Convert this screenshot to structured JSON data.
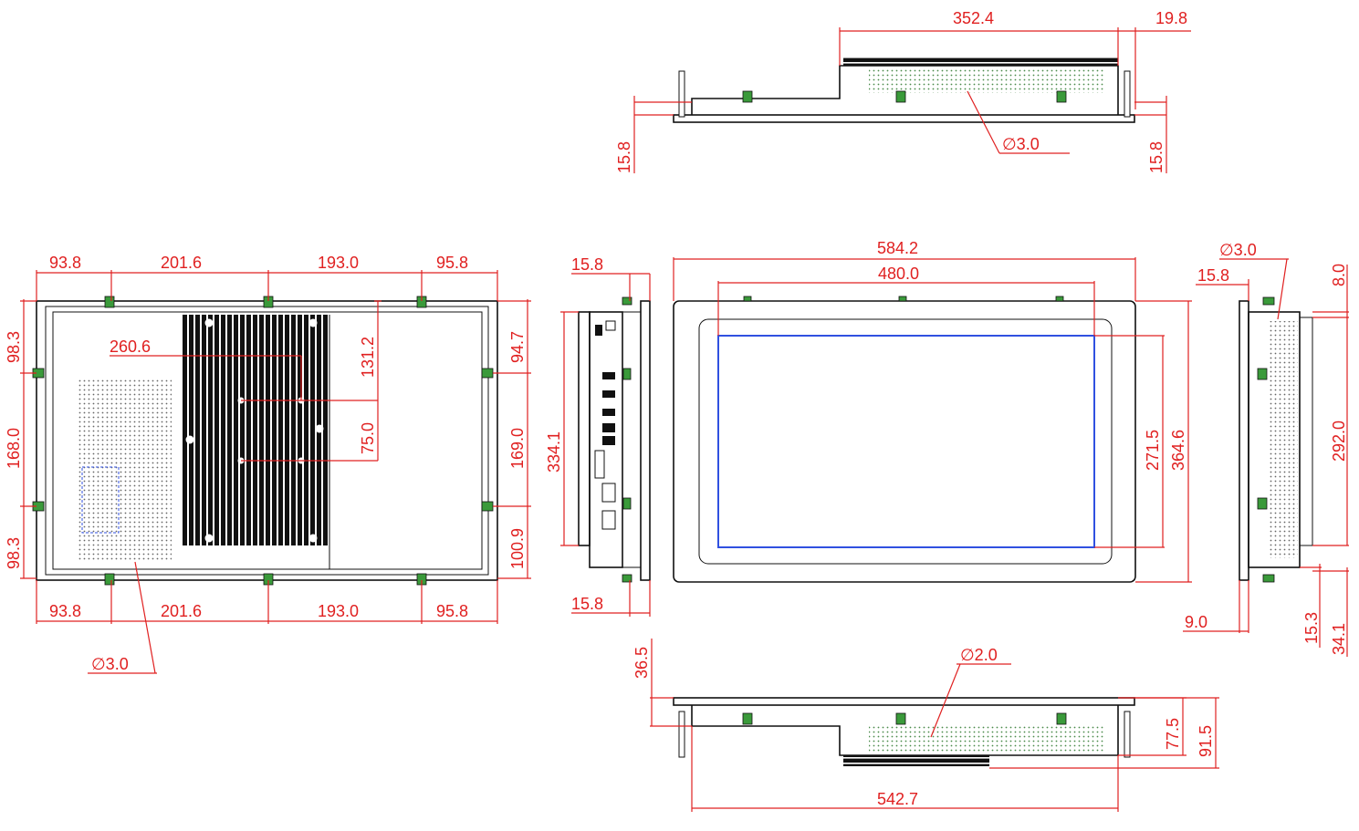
{
  "top_view": {
    "dim_depth": "352.4",
    "dim_right": "19.8",
    "dim_left_h": "15.8",
    "dim_right_h": "15.8",
    "hole": "∅3.0"
  },
  "rear_view": {
    "top_dims": [
      "93.8",
      "201.6",
      "193.0",
      "95.8"
    ],
    "bottom_dims": [
      "93.8",
      "201.6",
      "193.0",
      "95.8"
    ],
    "left_dims": [
      "98.3",
      "168.0",
      "98.3"
    ],
    "right_dims": [
      "94.7",
      "169.0",
      "100.9"
    ],
    "vesa_h": "260.6",
    "vesa_v1": "131.2",
    "vesa_v2": "75.0",
    "hole": "∅3.0"
  },
  "left_side_view": {
    "dim_top": "15.8",
    "dim_bottom": "15.8",
    "dim_height": "334.1"
  },
  "front_view": {
    "width_outer": "584.2",
    "width_active": "480.0",
    "height_active": "271.5",
    "height_outer": "364.6"
  },
  "right_side_view": {
    "hole": "∅3.0",
    "dim_a": "15.8",
    "dim_b": "8.0",
    "dim_c": "292.0",
    "dim_d": "9.0",
    "dim_e": "15.3",
    "dim_f": "34.1"
  },
  "bottom_view": {
    "dim_h": "36.5",
    "hole": "∅2.0",
    "dim_a": "77.5",
    "dim_b": "91.5",
    "dim_width": "542.7"
  }
}
